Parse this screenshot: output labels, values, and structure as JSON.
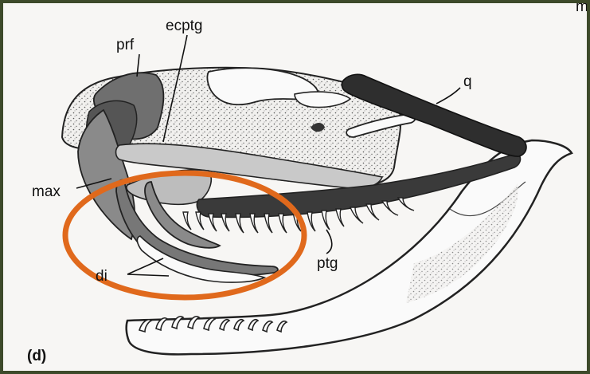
{
  "figure": {
    "panel_label": "(d)",
    "corner_mark": "m",
    "labels": {
      "prf": "prf",
      "ecptg": "ecptg",
      "q": "q",
      "max": "max",
      "di": "di",
      "ptg": "ptg"
    },
    "colors": {
      "frame": "#3d4a2a",
      "background": "#f7f6f4",
      "dark_bone": "#3a3a3a",
      "mid_bone": "#8a8a8a",
      "light_bone": "#c9c9c9",
      "highlight_ellipse": "#e0691c"
    }
  }
}
